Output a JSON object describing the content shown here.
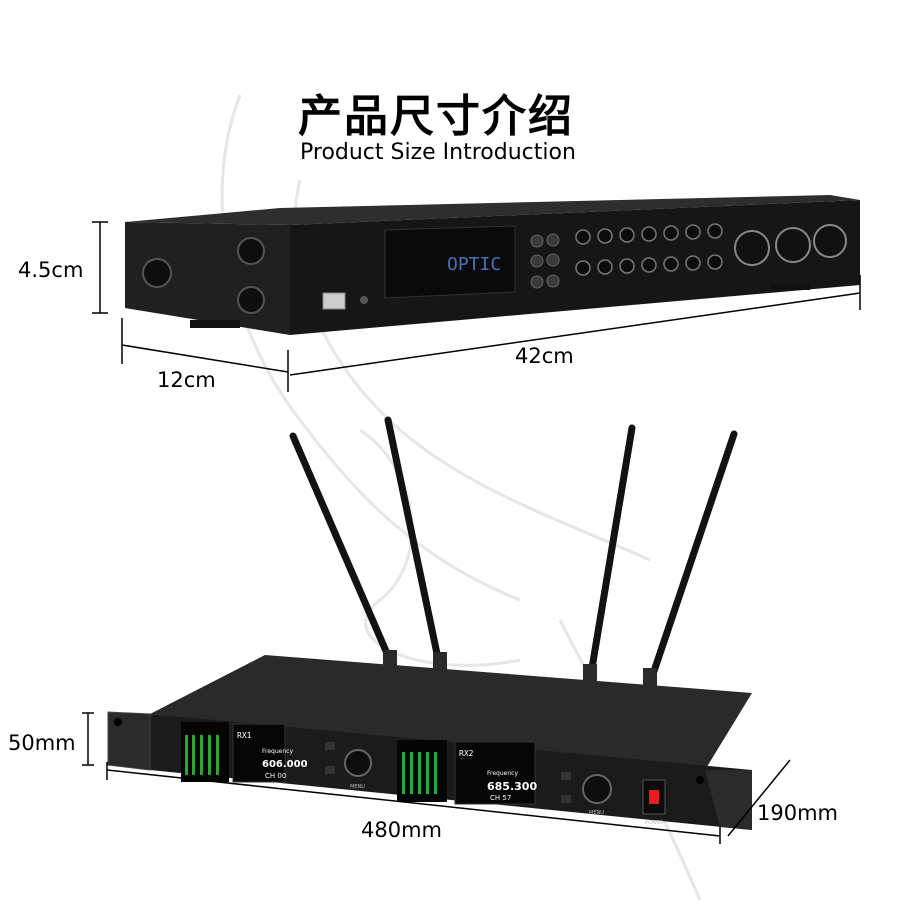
{
  "header": {
    "title_cn": "产品尺寸介绍",
    "title_en": "Product Size Introduction"
  },
  "product_top": {
    "dims": {
      "height": "4.5cm",
      "depth": "12cm",
      "width": "42cm"
    },
    "display_text": "OPTIC"
  },
  "product_bottom": {
    "dims": {
      "height": "50mm",
      "width": "480mm",
      "depth": "190mm"
    },
    "channel1": {
      "id": "RX1",
      "label": "Frequency",
      "freq": "606.000",
      "ch": "CH 00"
    },
    "channel2": {
      "id": "RX2",
      "label": "Frequency",
      "freq": "685.300",
      "ch": "CH 57"
    },
    "menu_label": "MENU",
    "power_label": "POWER"
  },
  "colors": {
    "device_body": "#1a1a1a",
    "device_top": "#2b2b2b",
    "lcd_blue": "#0d2a6b",
    "lcd_screen_green": "#1faa3a",
    "watermark": "#e4e4e4"
  }
}
